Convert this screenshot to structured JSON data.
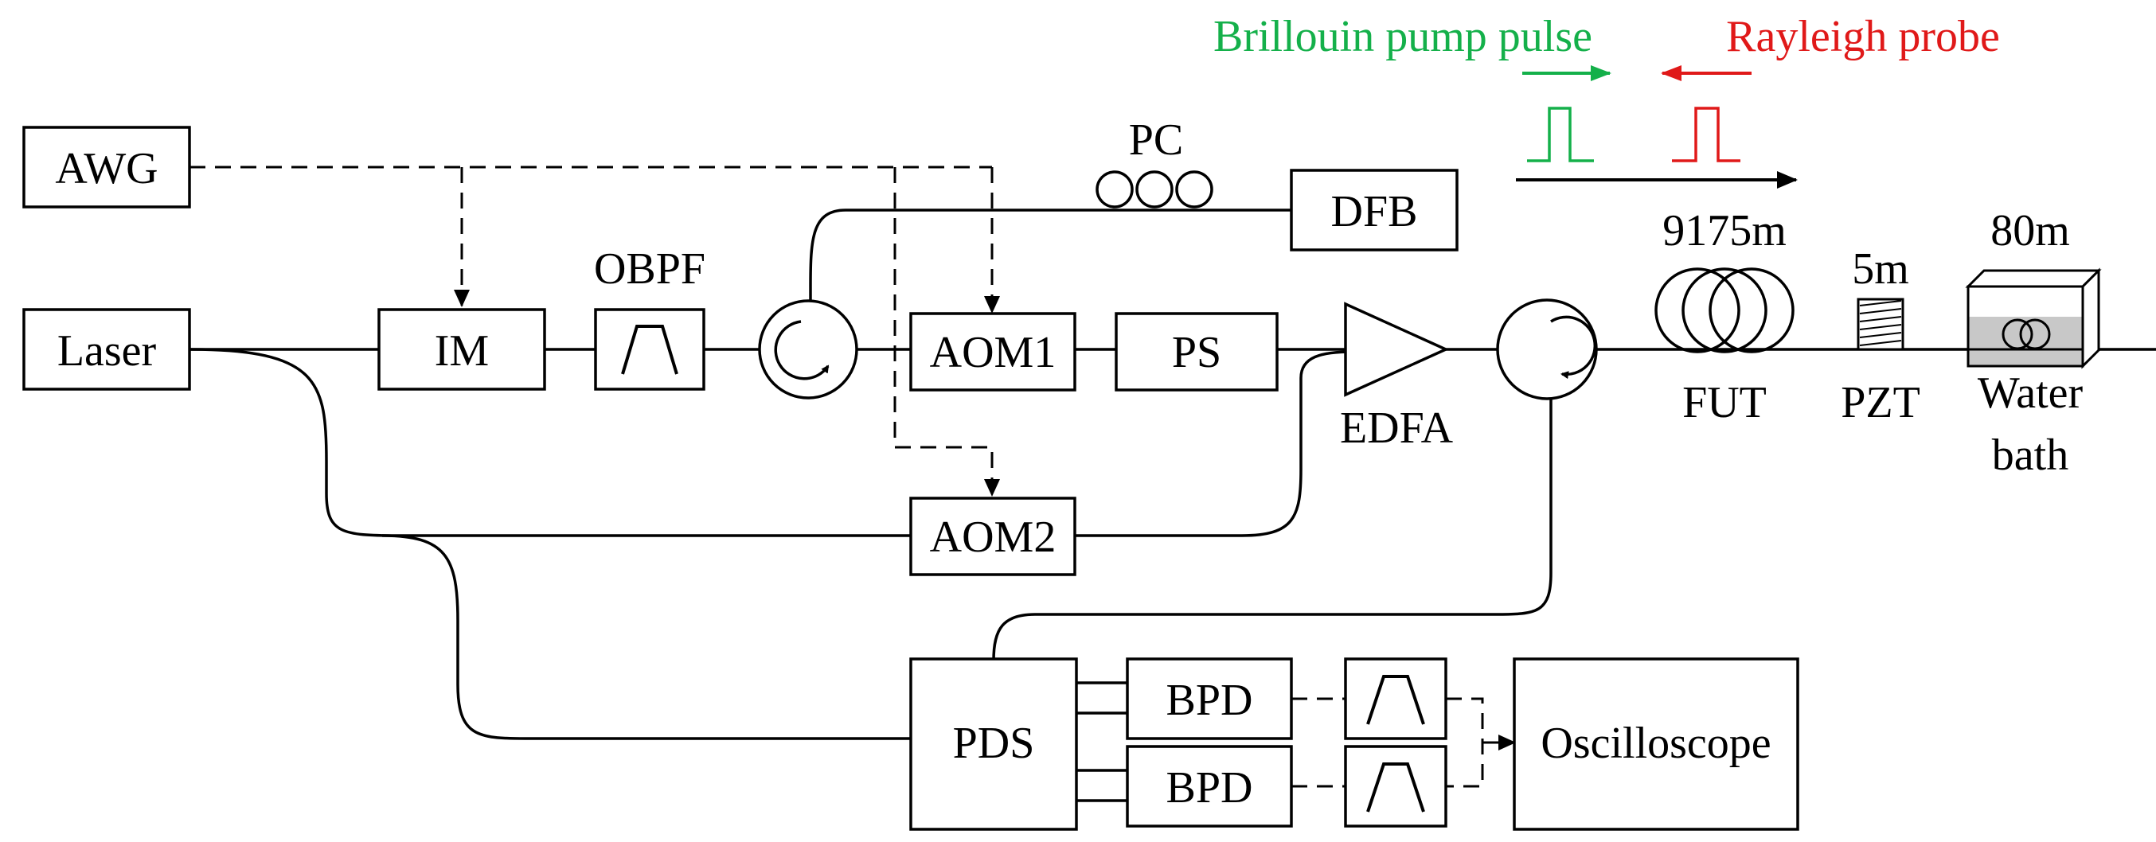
{
  "components": {
    "awg": "AWG",
    "laser": "Laser",
    "im": "IM",
    "obpf": "OBPF",
    "aom1": "AOM1",
    "aom2": "AOM2",
    "ps": "PS",
    "dfb": "DFB",
    "pc": "PC",
    "edfa": "EDFA",
    "fut": "FUT",
    "fut_length": "9175m",
    "pzt": "PZT",
    "pzt_length": "5m",
    "water_bath_line1": "Water",
    "water_bath_line2": "bath",
    "water_bath_length": "80m",
    "pds": "PDS",
    "bpd_top": "BPD",
    "bpd_bottom": "BPD",
    "oscilloscope": "Oscilloscope"
  },
  "legend": {
    "brillouin_pump_pulse": "Brillouin pump pulse",
    "rayleigh_probe": "Rayleigh probe"
  },
  "colors": {
    "brillouin": "#14b04a",
    "rayleigh": "#e01919",
    "line": "#000000",
    "water": "#c8c8c8"
  }
}
